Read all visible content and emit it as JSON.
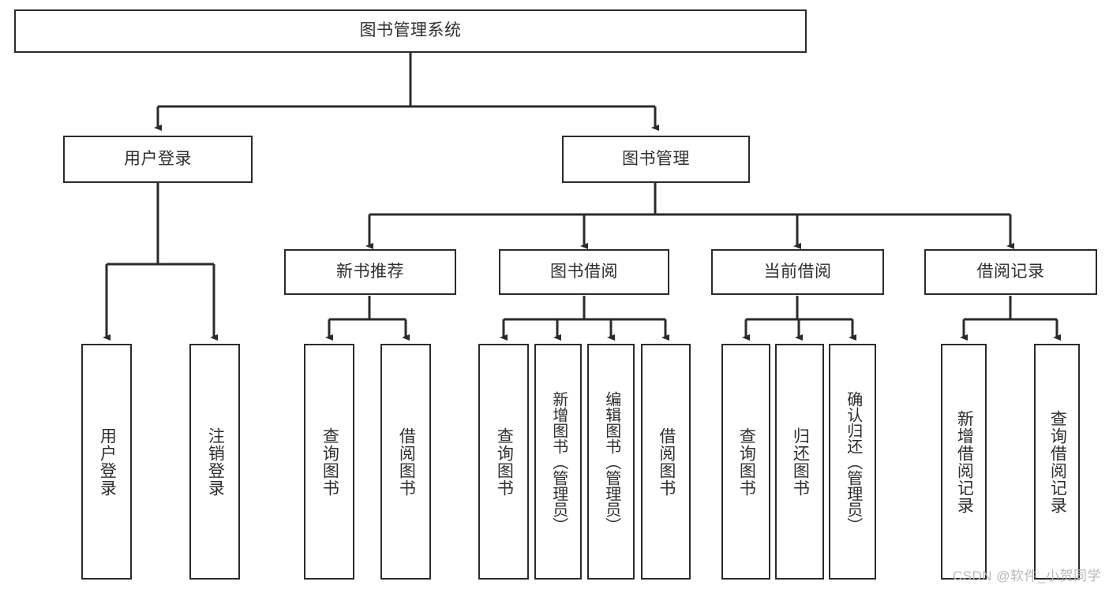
{
  "diagram": {
    "type": "tree-hierarchy",
    "title": "图书管理系统",
    "watermark": "CSDN @软件_小贺同学",
    "colors": {
      "stroke": "#2b2b2b",
      "text": "#2e2e2e",
      "background": "#ffffff",
      "watermark": "#b9b9b9"
    },
    "nodes": {
      "root": {
        "label": "图书管理系统"
      },
      "level1": [
        {
          "label": "用户登录"
        },
        {
          "label": "图书管理"
        }
      ],
      "level2": [
        {
          "label": "新书推荐"
        },
        {
          "label": "图书借阅"
        },
        {
          "label": "当前借阅"
        },
        {
          "label": "借阅记录"
        }
      ],
      "leaves_user_login": [
        {
          "label": "用户登录"
        },
        {
          "label": "注销登录"
        }
      ],
      "leaves_new_book": [
        {
          "label": "查询图书"
        },
        {
          "label": "借阅图书"
        }
      ],
      "leaves_borrow": [
        {
          "label": "查询图书"
        },
        {
          "label": "新增图书（管理员）"
        },
        {
          "label": "编辑图书（管理员）"
        },
        {
          "label": "借阅图书"
        }
      ],
      "leaves_current": [
        {
          "label": "查询图书"
        },
        {
          "label": "归还图书"
        },
        {
          "label": "确认归还（管理员）"
        }
      ],
      "leaves_records": [
        {
          "label": "新增借阅记录"
        },
        {
          "label": "查询借阅记录"
        }
      ]
    }
  }
}
